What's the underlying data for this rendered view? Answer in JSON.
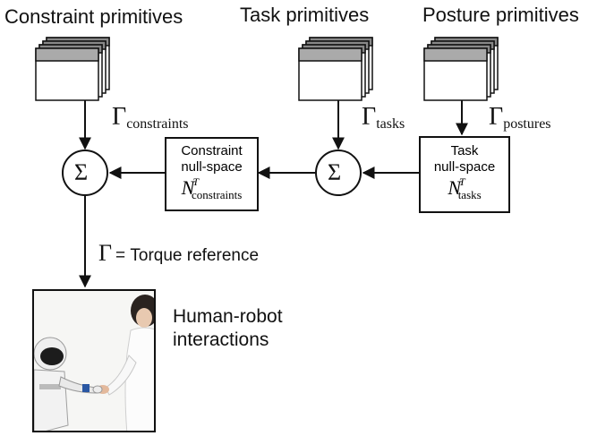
{
  "headers": {
    "constraint": "Constraint primitives",
    "task": "Task primitives",
    "posture": "Posture primitives"
  },
  "gamma_labels": {
    "symbol": "Γ",
    "constraints": "constraints",
    "tasks": "tasks",
    "postures": "postures"
  },
  "sum_symbol": "Σ",
  "constraint_nullspace": {
    "line1": "Constraint",
    "line2": "null-space",
    "n": "N",
    "sup": "T",
    "sub": "constraints"
  },
  "task_nullspace": {
    "line1": "Task",
    "line2": "null-space",
    "n": "N",
    "sup": "T",
    "sub": "tasks"
  },
  "torque": {
    "symbol": "Γ",
    "text": "= Torque reference"
  },
  "hri": {
    "line1": "Human-robot",
    "line2": "interactions"
  }
}
